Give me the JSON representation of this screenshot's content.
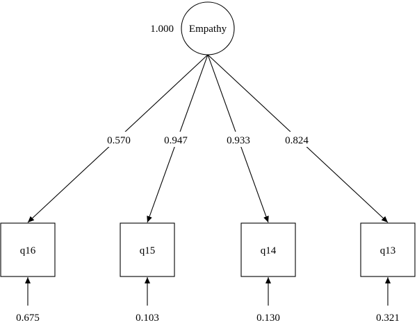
{
  "latent": {
    "name": "Empathy",
    "variance": "1.000"
  },
  "indicators": [
    {
      "name": "q16",
      "loading": "0.570",
      "error": "0.675"
    },
    {
      "name": "q15",
      "loading": "0.947",
      "error": "0.103"
    },
    {
      "name": "q14",
      "loading": "0.933",
      "error": "0.130"
    },
    {
      "name": "q13",
      "loading": "0.824",
      "error": "0.321"
    }
  ],
  "colors": {
    "stroke": "#000000",
    "background": "#ffffff"
  }
}
